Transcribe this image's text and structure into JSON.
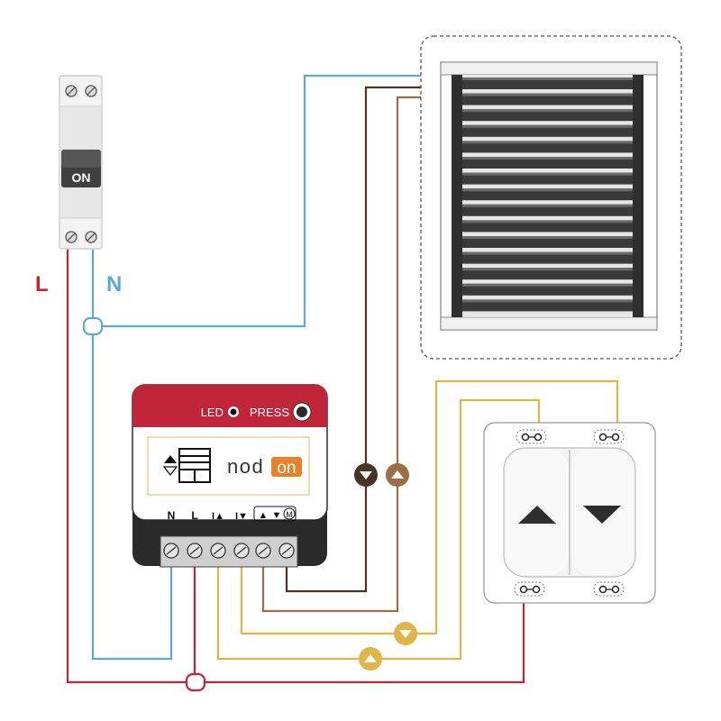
{
  "breaker": {
    "switch_label": "ON"
  },
  "wire_labels": {
    "live": "L",
    "neutral": "N"
  },
  "module": {
    "led_label": "LED",
    "press_label": "PRESS",
    "brand": "nodon",
    "terminals": [
      "N",
      "L",
      "I▲",
      "I▼",
      "▲",
      "▼",
      "M"
    ]
  },
  "colors": {
    "live": "#c0253a",
    "neutral": "#5aa9dd",
    "motor_dark": "#4a3423",
    "motor_brown": "#9c6e45",
    "switch_wire": "#e1b44a",
    "module_header": "#c0253a",
    "brand_orange": "#e8812a"
  }
}
